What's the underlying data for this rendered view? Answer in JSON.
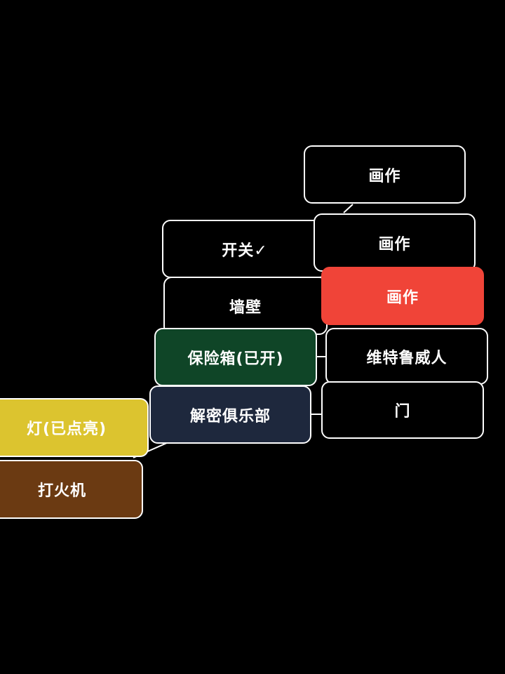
{
  "colors": {
    "background": "#000000",
    "node_default": "#000000",
    "border": "#ffffff",
    "text": "#ffffff",
    "selected": "#f04438",
    "opened_safe": "#0f4527",
    "club": "#1e283d",
    "lamp_lit": "#dcc42f",
    "lighter": "#6b3a12"
  },
  "nodes": {
    "painting_top": {
      "label": "画作"
    },
    "switch": {
      "label": "开关✓"
    },
    "painting_mid": {
      "label": "画作"
    },
    "wall": {
      "label": "墙壁"
    },
    "painting_selected": {
      "label": "画作"
    },
    "safe": {
      "label": "保险箱(已开)"
    },
    "vitruvian": {
      "label": "维特鲁威人"
    },
    "club": {
      "label": "解密俱乐部"
    },
    "door": {
      "label": "门"
    },
    "lamp": {
      "label": "灯(已点亮)"
    },
    "lighter": {
      "label": "打火机"
    }
  }
}
